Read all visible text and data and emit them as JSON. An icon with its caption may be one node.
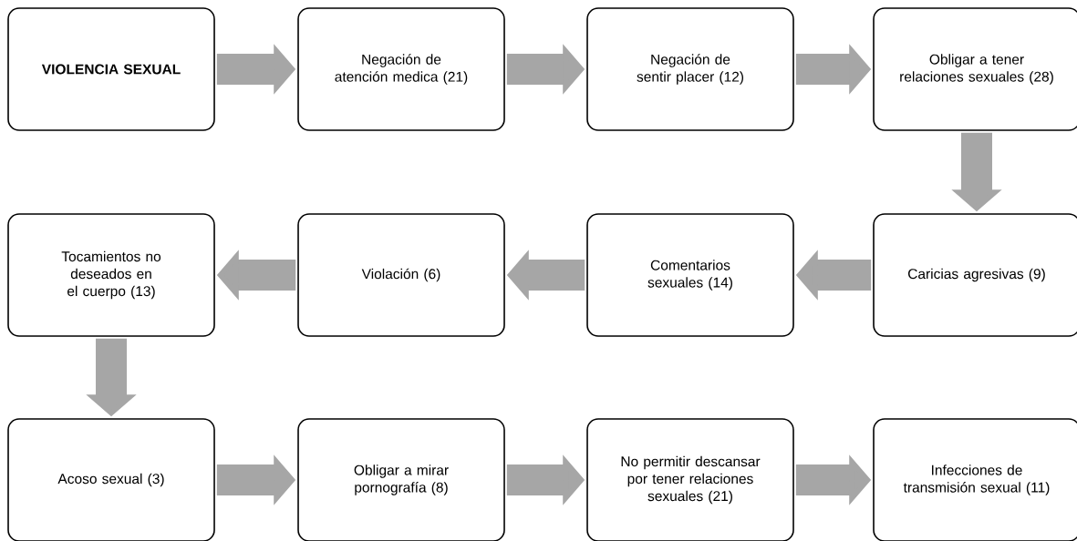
{
  "diagram": {
    "nodes": [
      {
        "text": [
          "VIOLENCIA SEXUAL"
        ]
      },
      {
        "text": [
          "Negación de atención medica (21)"
        ]
      },
      {
        "text": [
          "Negación de sentir placer (12)"
        ]
      },
      {
        "text": [
          "Obligar a tener relaciones sexuales (28)"
        ]
      },
      {
        "text": [
          "Tocamientos no deseados en el cuerpo (13)"
        ]
      },
      {
        "text": [
          "Violación (6)"
        ]
      },
      {
        "text": [
          "Comentarios sexuales (14)"
        ]
      },
      {
        "text": [
          "Caricias agresivas (9)"
        ]
      },
      {
        "text": [
          "Acoso sexual (3)"
        ]
      },
      {
        "text": [
          "Obligar a mirar pornografía (8)"
        ]
      },
      {
        "text": [
          "No permitir descansar por tener relaciones sexuales (21)"
        ]
      },
      {
        "text": [
          "Infecciones de transmisión sexual (11)"
        ]
      }
    ],
    "edges": [
      {
        "from": 0,
        "to": 1,
        "arrow": "to"
      },
      {
        "from": 1,
        "to": 2,
        "arrow": "to"
      },
      {
        "from": 2,
        "to": 3,
        "arrow": "to"
      },
      {
        "from": 3,
        "to": 7,
        "arrow": "to"
      },
      {
        "from": 7,
        "to": 6,
        "arrow": "to"
      },
      {
        "from": 6,
        "to": 5,
        "arrow": "to"
      },
      {
        "from": 5,
        "to": 4,
        "arrow": "to"
      },
      {
        "from": 4,
        "to": 8,
        "arrow": "to"
      },
      {
        "from": 8,
        "to": 9,
        "arrow": "to"
      },
      {
        "from": 9,
        "to": 10,
        "arrow": "to"
      },
      {
        "from": 10,
        "to": 11,
        "arrow": "to"
      }
    ]
  }
}
